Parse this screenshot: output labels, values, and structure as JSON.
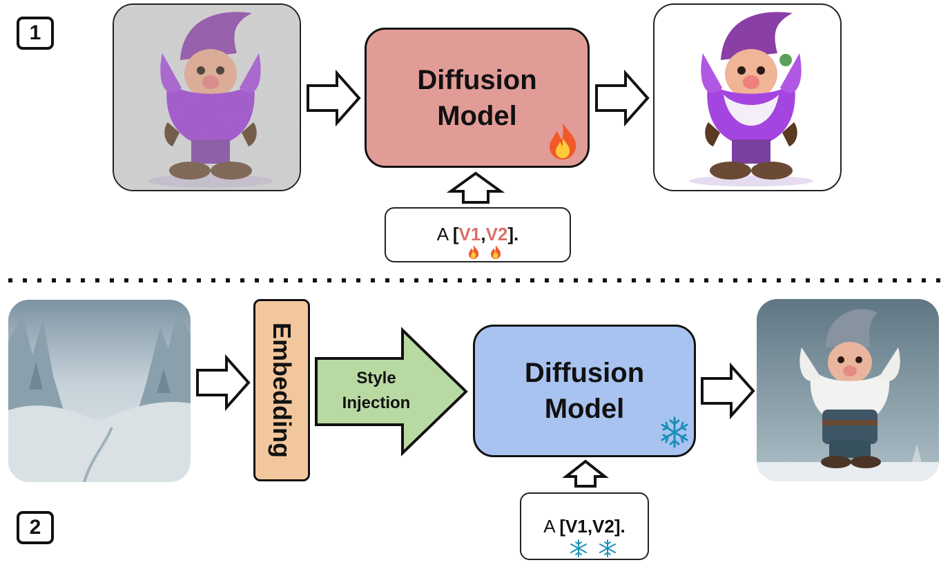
{
  "stage1": {
    "badge": "1",
    "model": {
      "line1": "Diffusion",
      "line2": "Model",
      "status_icon": "fire-icon",
      "color": "#e29c97"
    },
    "prompt": {
      "prefix": "A ",
      "open": "[",
      "token1": "V1",
      "comma": ",",
      "token2": "V2",
      "close": "].",
      "token_state_icon": "fire-icon",
      "token_color": "#d9706b"
    },
    "input_image": "noisy-purple-gnome-image",
    "output_image": "clean-purple-gnome-image"
  },
  "stage2": {
    "badge": "2",
    "embedding_label": "Embedding",
    "embedding_color": "#f3c79d",
    "injection": {
      "line1": "Style",
      "line2": "Injection",
      "color": "#b9d9a3"
    },
    "model": {
      "line1": "Diffusion",
      "line2": "Model",
      "status_icon": "snowflake-icon",
      "color": "#a9c3f0"
    },
    "prompt": {
      "prefix": "A ",
      "tokens": "[V1,V2].",
      "token_state_icon": "snowflake-icon"
    },
    "style_image": "snowy-forest-image",
    "output_image": "snowy-gnome-image"
  },
  "divider": "dotted-line"
}
